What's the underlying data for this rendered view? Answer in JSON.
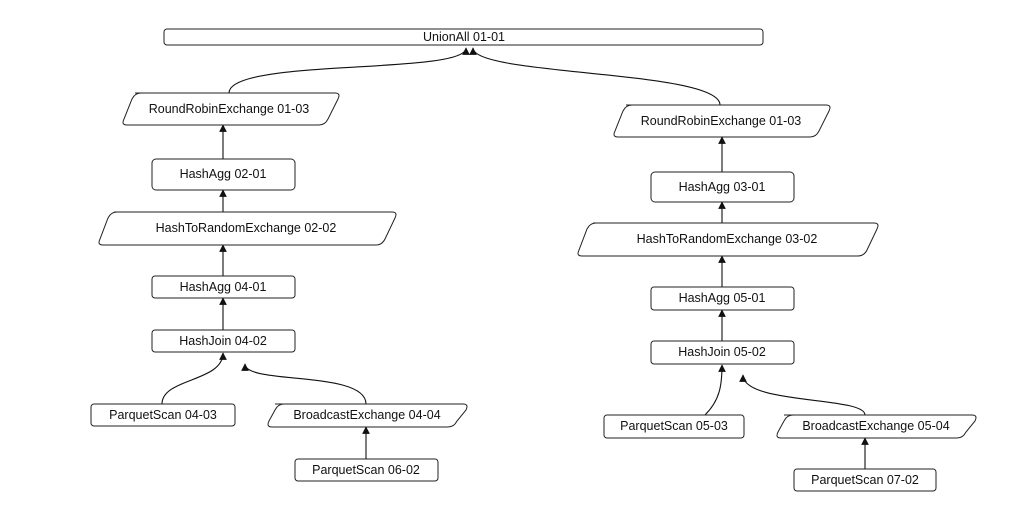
{
  "diagram": {
    "root": {
      "label": "UnionAll 01-01"
    },
    "left": {
      "exchange_top": {
        "label": "RoundRobinExchange 01-03"
      },
      "agg_top": {
        "label": "HashAgg 02-01"
      },
      "hash_exchange": {
        "label": "HashToRandomExchange 02-02"
      },
      "agg_bottom": {
        "label": "HashAgg 04-01"
      },
      "join": {
        "label": "HashJoin 04-02"
      },
      "scan_left": {
        "label": "ParquetScan 04-03"
      },
      "broadcast": {
        "label": "BroadcastExchange 04-04"
      },
      "scan_broadcast": {
        "label": "ParquetScan 06-02"
      }
    },
    "right": {
      "exchange_top": {
        "label": "RoundRobinExchange 01-03"
      },
      "agg_top": {
        "label": "HashAgg 03-01"
      },
      "hash_exchange": {
        "label": "HashToRandomExchange 03-02"
      },
      "agg_bottom": {
        "label": "HashAgg 05-01"
      },
      "join": {
        "label": "HashJoin 05-02"
      },
      "scan_left": {
        "label": "ParquetScan 05-03"
      },
      "broadcast": {
        "label": "BroadcastExchange 05-04"
      },
      "scan_broadcast": {
        "label": "ParquetScan 07-02"
      }
    }
  }
}
